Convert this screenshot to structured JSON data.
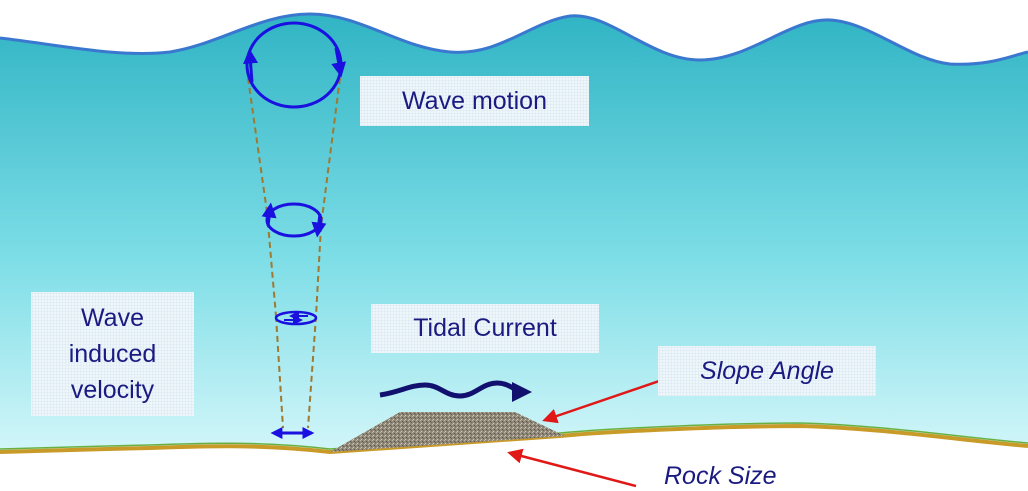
{
  "labels": {
    "wave_motion": "Wave motion",
    "wave_induced_line1": "Wave",
    "wave_induced_line2": "induced",
    "wave_induced_line3": "velocity",
    "tidal_current": "Tidal Current",
    "slope_angle": "Slope Angle",
    "rock_size": "Rock Size"
  },
  "colors": {
    "water_top": "#34b8c8",
    "water_bottom": "#c8f4f8",
    "surface_line": "#3a78d0",
    "orbit": "#1a10e0",
    "tidal_arrow": "#12106e",
    "pointer_arrow": "#e01818",
    "seabed": "#c89a28",
    "rock": "#8c8478"
  },
  "icons": {
    "orbit_circle": "circle-arrow-icon",
    "tidal_arrow": "wavy-arrow-icon",
    "bottom_velocity": "double-arrow-icon"
  }
}
